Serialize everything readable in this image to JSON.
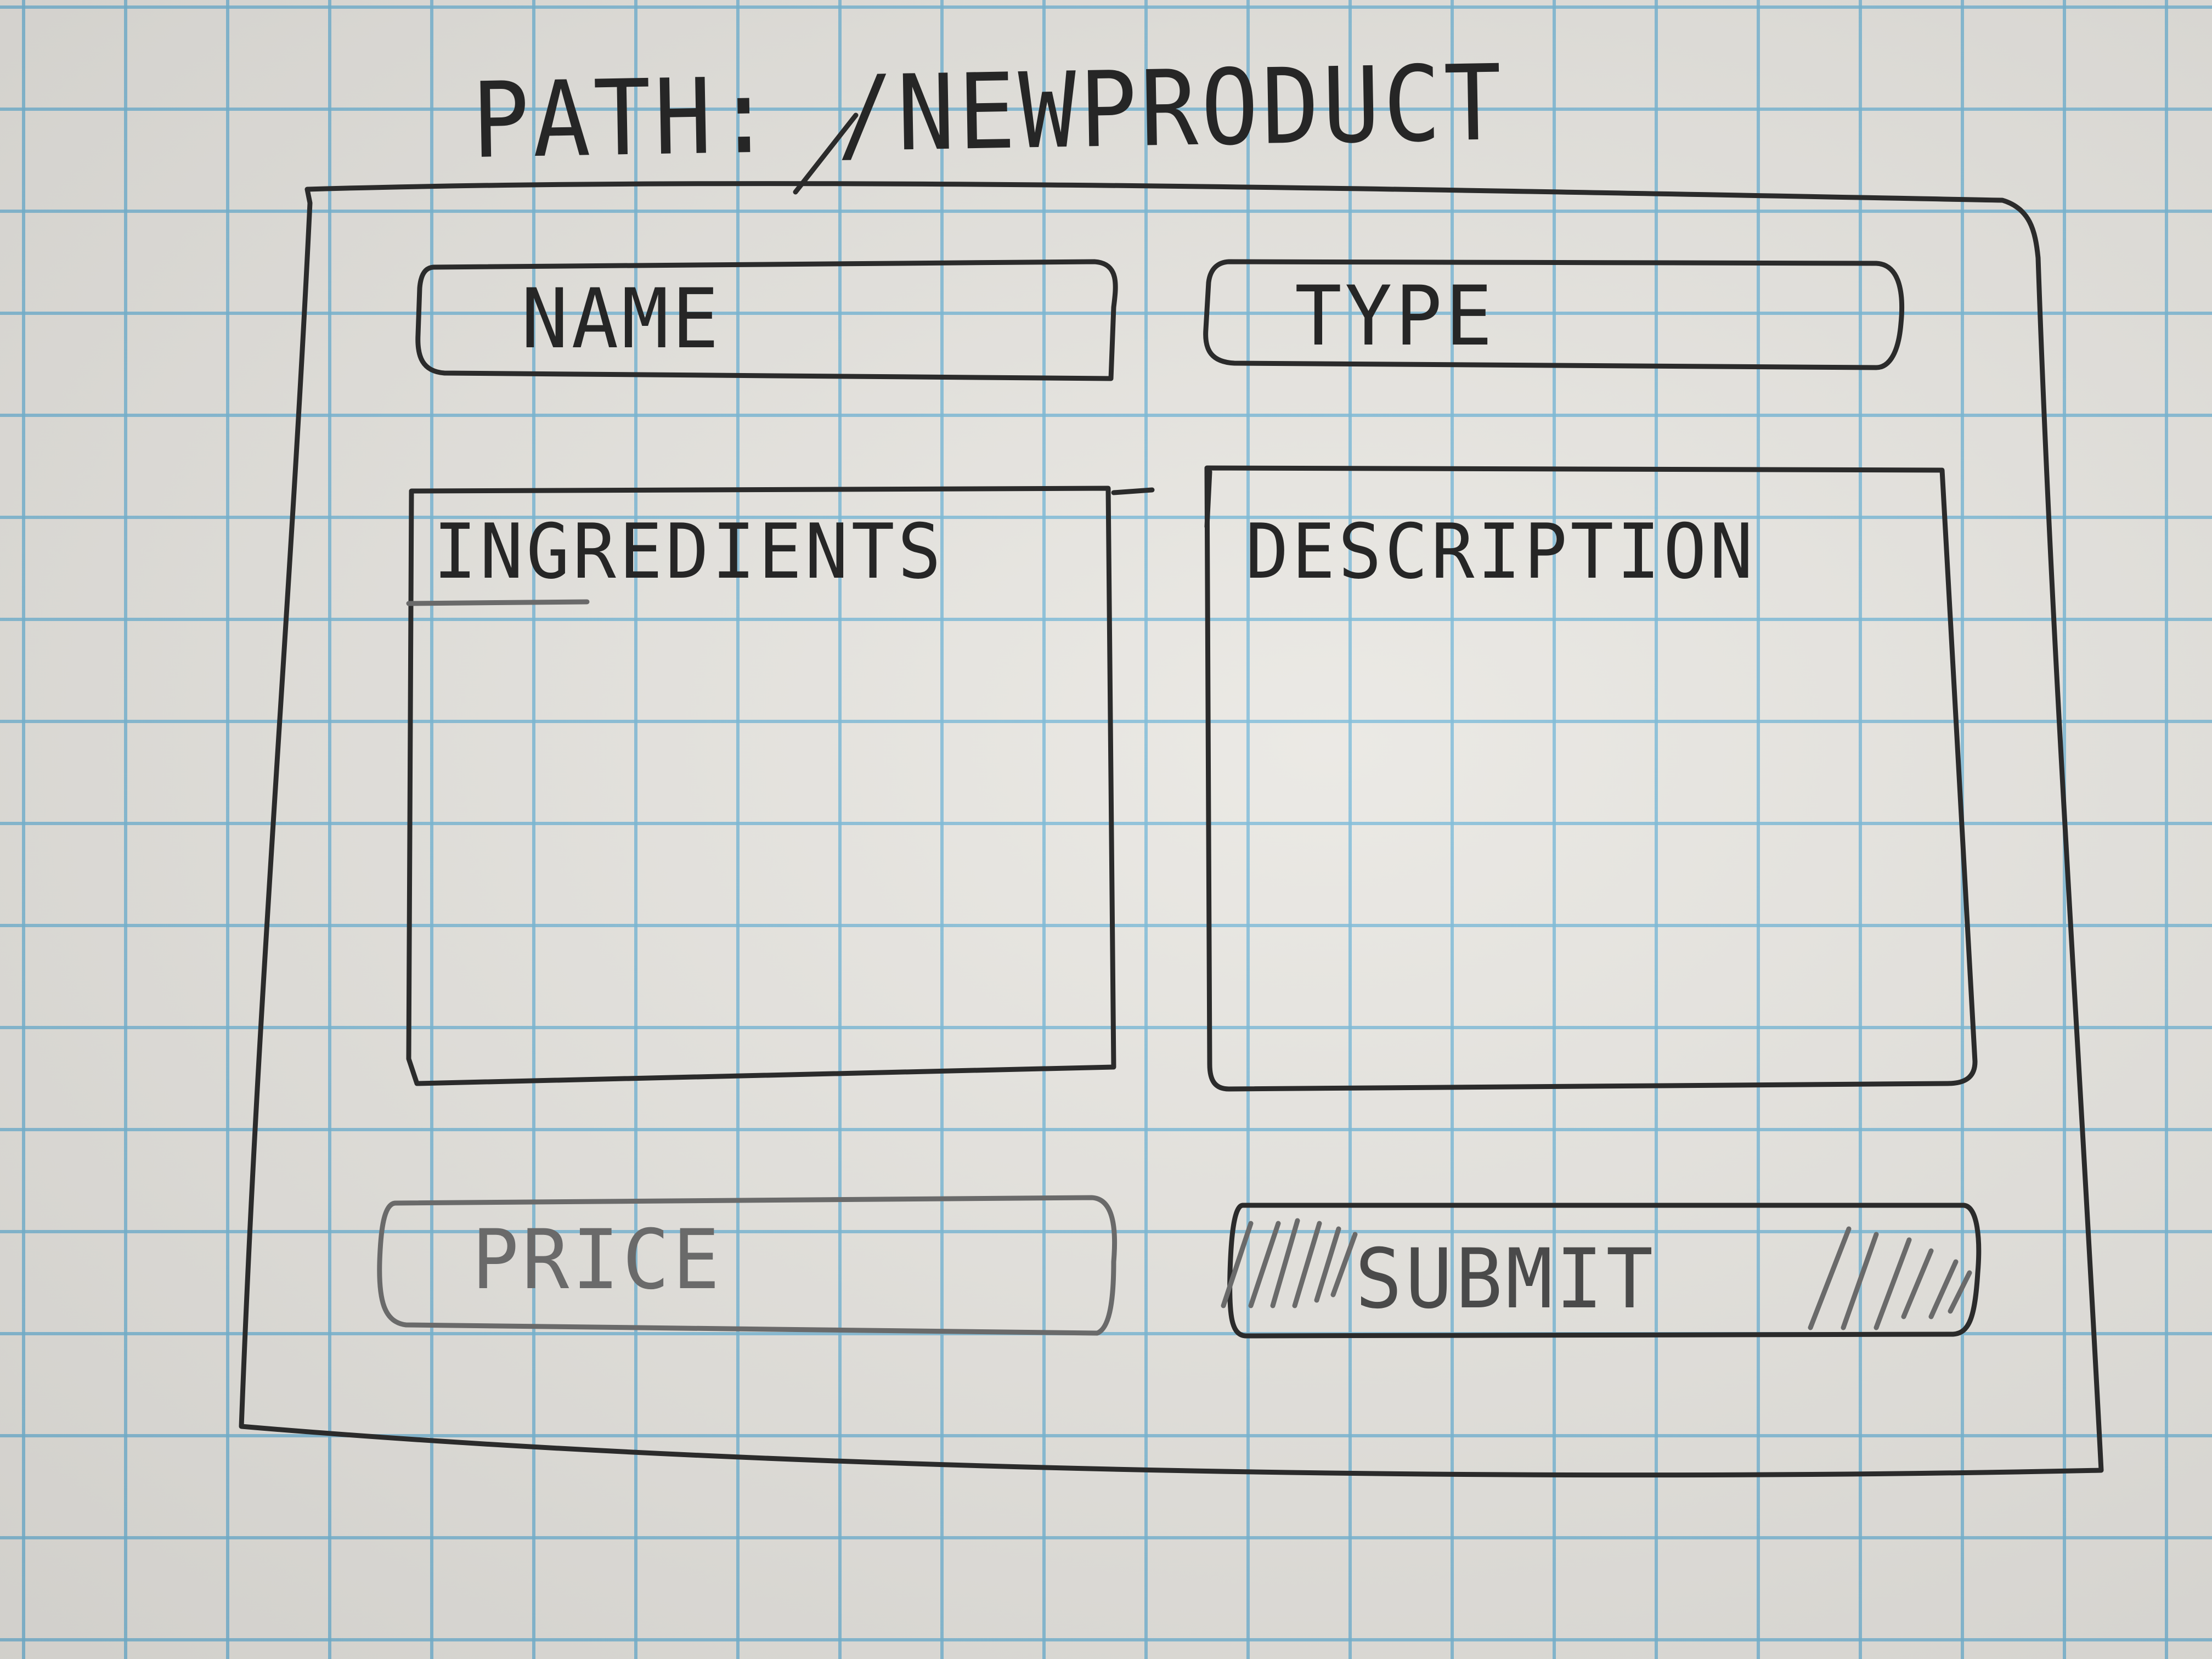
{
  "path_label": "PATH: /NEWPRODUCT",
  "form": {
    "name_field": "NAME",
    "type_field": "TYPE",
    "ingredients_field": "INGREDIENTS",
    "description_field": "DESCRIPTION",
    "price_field": "PRICE",
    "submit_button": "SUBMIT"
  }
}
